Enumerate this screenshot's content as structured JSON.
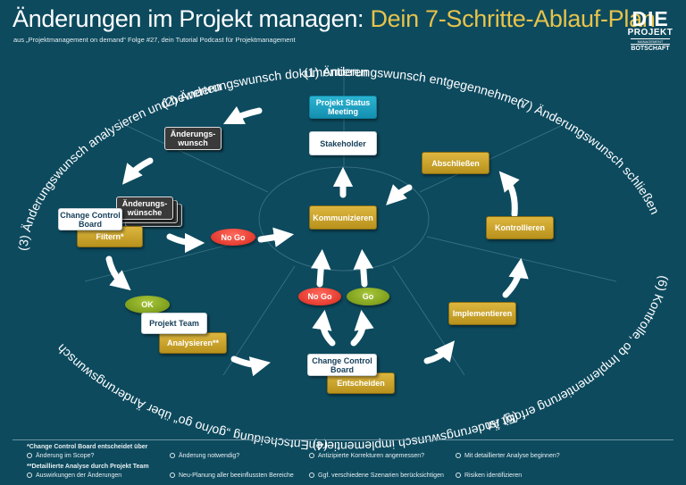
{
  "header": {
    "title_main": "Änderungen im Projekt managen:",
    "title_accent": "Dein 7-Schritte-Ablauf-Plan",
    "subtitle": "aus „Projektmanagement on demand“ Folge #27, dein Tutorial Podcast für Projektmanagement"
  },
  "logo": {
    "line1": "DIE",
    "line2": "PROJEKT",
    "line3": "MANAGEMENT",
    "line4": "BOTSCHAFT"
  },
  "ring": {
    "step1": "(1) Änderungswunsch entgegennehmen",
    "step2": "(2) Änderungswunsch dokumentieren",
    "step3": "(3) Änderungswunsch analysieren und bewerten",
    "step4": "(4) Entscheidung „go/no go“ über Änderungswunsch",
    "step5": "(5) Änderungswunsch implementieren",
    "step6": "(6) Kontrolle, ob Implementierung erfolgt ist",
    "step7": "(7) Änderungswunsch schließen"
  },
  "boxes": {
    "status_meeting": "Projekt Status Meeting",
    "stakeholder": "Stakeholder",
    "aenderungswunsch": "Änderungs-wunsch",
    "aenderungswuensche": "Änderungs-wünsche",
    "ccb_top": "Change Control Board",
    "filtern": "Filtern*",
    "no_go_left": "No Go",
    "kommunizieren": "Kommunizieren",
    "abschliessen": "Abschließen",
    "kontrollieren": "Kontrollieren",
    "ok": "OK",
    "projekt_team": "Projekt Team",
    "analysieren": "Analysieren**",
    "no_go_center": "No Go",
    "go_center": "Go",
    "implementieren": "Implementieren",
    "ccb_bottom": "Change Control Board",
    "entscheiden": "Entscheiden"
  },
  "notes": {
    "ccb_heading": "*Change Control Board entscheidet über",
    "ccb_items": [
      "Änderung im Scope?",
      "Änderung notwendig?",
      "Antizipierte Korrekturen angemessen?",
      "Mit detaillierter Analyse beginnen?"
    ],
    "analysis_heading": "**Detaillierte Analyse durch Projekt Team",
    "analysis_items": [
      "Auswirkungen der Änderungen",
      "Neu-Planung aller beeinflussten Bereiche",
      "Ggf. verschiedene Szenarien berücksichtigen",
      "Risiken identifizieren"
    ]
  },
  "colors": {
    "background": "#0d4a5e",
    "accent": "#e8c34a",
    "gold_box": "#c9a22e",
    "no_go": "#e53a2e",
    "go": "#86a61e",
    "status": "#1fa3c4"
  }
}
